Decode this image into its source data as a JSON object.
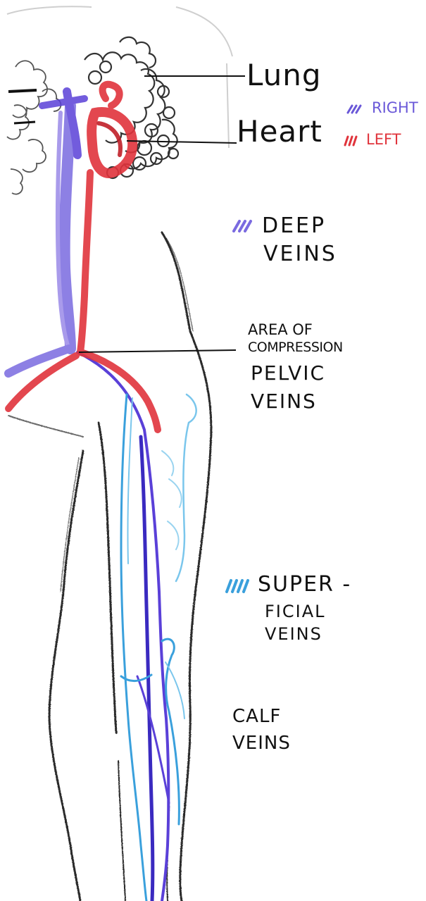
{
  "labels": {
    "lung": "Lung",
    "heart": "Heart",
    "deep_veins_line1": "DEEP",
    "deep_veins_line2": "VEINS",
    "area_line1": "AREA OF",
    "area_line2": "COMPRESSION",
    "pelvic_line1": "PELVIC",
    "pelvic_line2": "VEINS",
    "superficial_line1": "SUPER -",
    "superficial_line2": "FICIAL",
    "superficial_line3": "VEINS",
    "calf_line1": "CALF",
    "calf_line2": "VEINS"
  },
  "legend": {
    "right": "RIGHT",
    "left": "LEFT"
  },
  "colors": {
    "right_side": "#6a58d8",
    "left_side": "#e0343c",
    "deep_veins": "#7a6ae0",
    "superficial_veins": "#3aa0dc",
    "outline": "#222222",
    "lung_scribble": "#333333"
  }
}
